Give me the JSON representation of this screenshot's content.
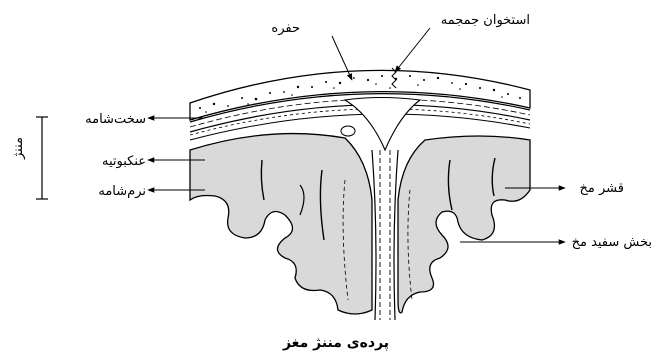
{
  "labels": {
    "cavity": "حفره",
    "skull_bone": "استخوان جمجمه",
    "dura_mater": "سخت‌شامه",
    "arachnoid": "عنکبوتیه",
    "pia_mater": "نرم‌شامه",
    "meninges": "مننژ",
    "cortex": "قشر مخ",
    "white_matter": "بخش سفید مخ"
  },
  "caption": "پرده‌ی مننژ مغز",
  "colors": {
    "brain_fill": "#d9d9d9",
    "line": "#000000",
    "background": "#ffffff"
  }
}
